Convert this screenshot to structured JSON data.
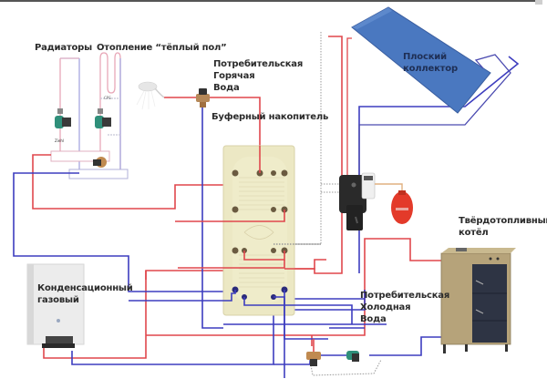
{
  "diagram": {
    "title": "Heating system with buffer tank, solar collector, gas and solid fuel boilers",
    "colors": {
      "hot_pipe": "#e0474c",
      "cold_pipe": "#3d3dbf",
      "faint_hot": "#e8a8b8",
      "faint_cold": "#a8a8e0",
      "collector": "#4a78c0",
      "tank": "#ece8c4",
      "expansion_vessel": "#e33a2a",
      "solid_boiler": "#b6a37a",
      "pump_green": "#2f8f7a",
      "top_bar": "#555555"
    },
    "labels": {
      "radiators": "Радиаторы",
      "floor_heating": "Отопление “тёплый пол”",
      "hot_water_line1": "Потребительская",
      "hot_water_line2": "Горячая",
      "hot_water_line3": "Вода",
      "buffer_tank": "Буферный накопитель",
      "collector_line1": "Плоский",
      "collector_line2": "коллектор",
      "solid_fuel_line1": "Твёрдотопливный",
      "solid_fuel_line2": "котёл",
      "gas_line1": "Конденсационный",
      "gas_line2": "газовый",
      "cold_water_line1": "Потребительская",
      "cold_water_line2": "Холодная",
      "cold_water_line3": "Вода",
      "sensor_tag": "CPS",
      "pump_tag": "Ziehl"
    },
    "components": [
      {
        "id": "radiators",
        "icon": "radiator-loop"
      },
      {
        "id": "floor-heating",
        "icon": "floor-heating-loop"
      },
      {
        "id": "shower",
        "icon": "shower-head-icon"
      },
      {
        "id": "mixing-valve-hot-water",
        "icon": "thermostatic-mixing-valve-icon"
      },
      {
        "id": "buffer-tank",
        "icon": "buffer-tank"
      },
      {
        "id": "solar-collector",
        "icon": "flat-solar-collector"
      },
      {
        "id": "solar-pump-station",
        "icon": "solar-station-controller"
      },
      {
        "id": "expansion-vessel",
        "icon": "expansion-vessel-icon"
      },
      {
        "id": "gas-boiler",
        "icon": "condensing-gas-boiler"
      },
      {
        "id": "solid-fuel-boiler",
        "icon": "solid-fuel-boiler"
      },
      {
        "id": "pump-radiators",
        "icon": "circulation-pump-icon"
      },
      {
        "id": "pump-floor",
        "icon": "circulation-pump-icon"
      },
      {
        "id": "mixing-valve-floor",
        "icon": "mixing-valve-icon"
      },
      {
        "id": "pump-solid-boiler",
        "icon": "circulation-pump-icon"
      },
      {
        "id": "valve-solid-boiler",
        "icon": "three-way-valve-icon"
      }
    ]
  }
}
